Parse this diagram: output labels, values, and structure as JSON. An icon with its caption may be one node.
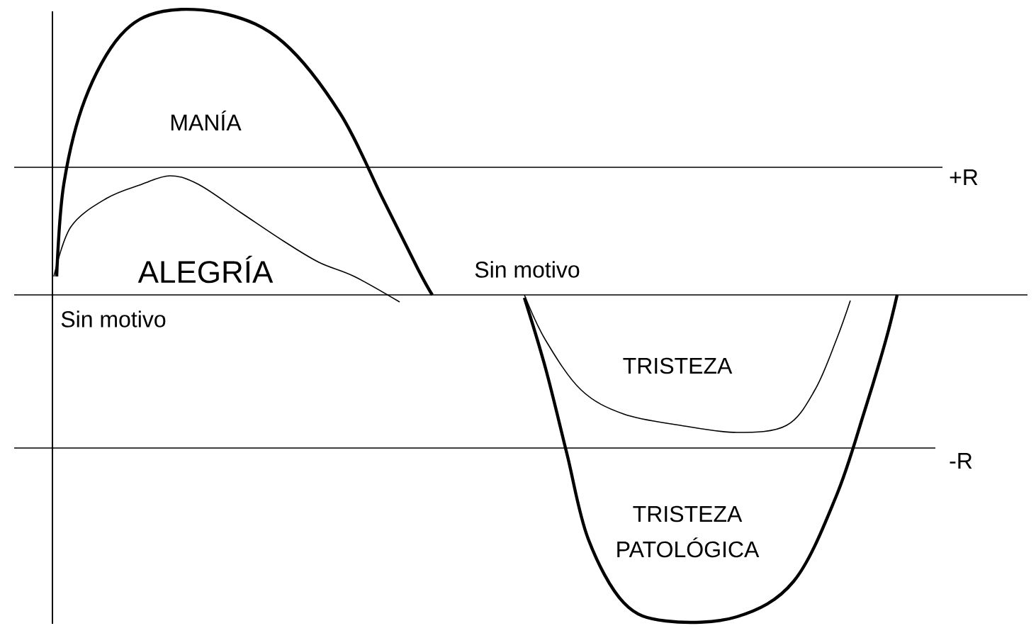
{
  "diagram": {
    "labels": [
      "MANÍA",
      "+R",
      "ALEGRÍA",
      "Sin motivo",
      "Sin motivo",
      "TRISTEZA",
      "-R",
      "TRISTEZA PATOLÓGICA"
    ]
  }
}
